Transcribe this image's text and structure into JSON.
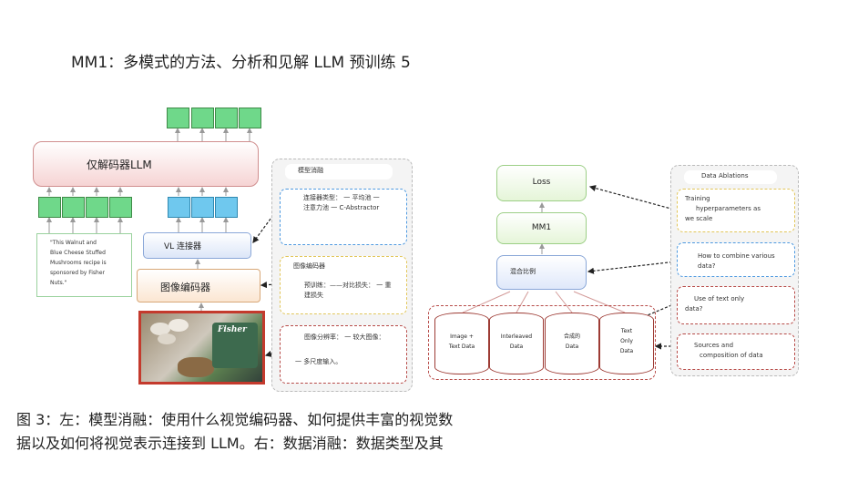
{
  "title": "MM1：多模式的方法、分析和见解 LLM 预训练 5",
  "left": {
    "llm_label": "仅解码器LLM",
    "vl_label": "VL 连接器",
    "encoder_label": "图像编码器",
    "caption_text": [
      "\"This Walnut and",
      "Blue Cheese Stuffed",
      "Mushrooms recipe is",
      "sponsored by Fisher",
      "Nuts.\""
    ],
    "photo_brand": "Fisher",
    "ablation": {
      "title": "模型消融",
      "connector_line1": "连接器类型： 一 平均池 一",
      "connector_line2": "注意力池 一 C-Abstractor",
      "encoder_section": "图像编码器",
      "pretrain_line1": "预训练：——对比损失： 一 重",
      "pretrain_line2": "建损失",
      "resolution_line1": "图像分辨率： 一 较大图像：",
      "resolution_line2": "一 多尺度输入。"
    }
  },
  "right": {
    "loss_label": "Loss",
    "mm1_label": "MM1",
    "mix_label": "混合比例",
    "cylinders": [
      {
        "lines": [
          "Image +",
          "Text Data"
        ]
      },
      {
        "lines": [
          "Interleaved",
          "Data"
        ]
      },
      {
        "lines": [
          "合成的",
          "Data"
        ]
      },
      {
        "lines": [
          "Text",
          "Only",
          "Data"
        ]
      }
    ],
    "ablation": {
      "title": "Data Ablations",
      "training_line1": "Training",
      "training_line2": "hyperparameters as",
      "training_line3": "we scale",
      "combine": "How to combine various data?",
      "textonly_line1": "Use of text only",
      "textonly_line2": "data?",
      "sources_line1": "Sources and",
      "sources_line2": "composition of data"
    }
  },
  "caption": {
    "line1": "图 3：左：模型消融：使用什么视觉编码器、如何提供丰富的视觉数",
    "line2": "据以及如何将视觉表示连接到 LLM。右：数据消融：数据类型及其"
  },
  "colors": {
    "token_green": "#6fd88a",
    "token_blue": "#6fc8ee",
    "llm_pink": "#f6d4d4",
    "dash_blue": "#4f9ae0",
    "dash_yellow": "#e2c65a",
    "dash_red": "#b74b48"
  }
}
